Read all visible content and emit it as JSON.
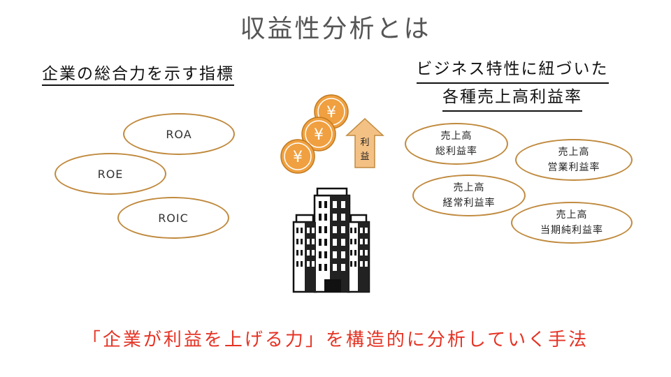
{
  "title": "収益性分析とは",
  "left_section": {
    "heading": "企業の総合力を示す指標",
    "metrics": [
      "ROA",
      "ROE",
      "ROIC"
    ]
  },
  "right_section": {
    "heading_line1": "ビジネス特性に紐づいた",
    "heading_line2": "各種売上高利益率",
    "ratios": [
      {
        "line1": "売上高",
        "line2": "総利益率"
      },
      {
        "line1": "売上高",
        "line2": "営業利益率"
      },
      {
        "line1": "売上高",
        "line2": "経常利益率"
      },
      {
        "line1": "売上高",
        "line2": "当期純利益率"
      }
    ]
  },
  "center": {
    "coin_symbol": "¥",
    "arrow_label": "利益",
    "icons": [
      "yen-coin-icon",
      "up-arrow-icon",
      "office-building-icon"
    ]
  },
  "footer": "「企業が利益を上げる力」を構造的に分析していく手法",
  "colors": {
    "ellipse_border": "#c08a3e",
    "coin_fill": "#f0a040",
    "arrow_fill": "#f4c185",
    "footer_text": "#e53324",
    "title_text": "#555555"
  }
}
